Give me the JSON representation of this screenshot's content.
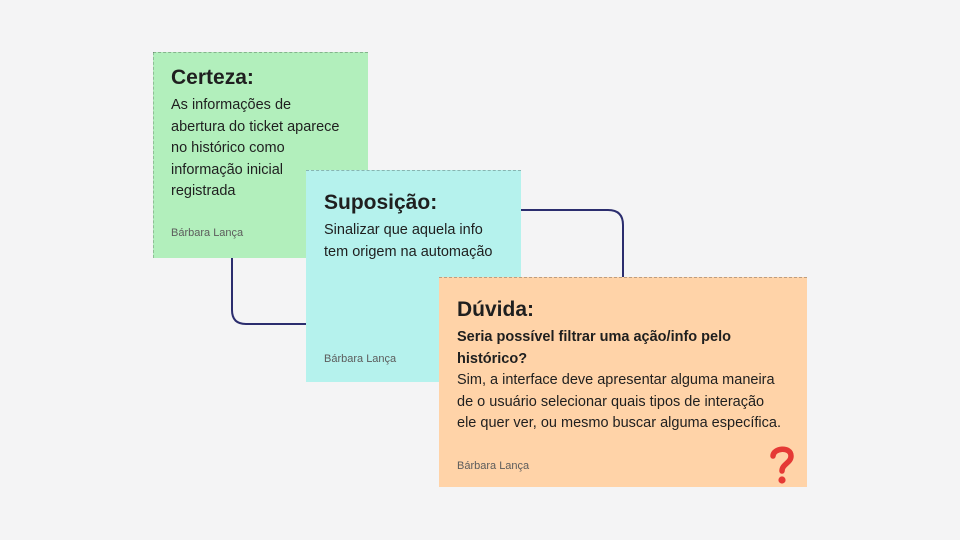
{
  "notes": {
    "certeza": {
      "title": "Certeza:",
      "lines": [
        "As informações de",
        "abertura do ticket aparece",
        "no histórico como",
        "informação inicial",
        "registrada"
      ],
      "author": "Bárbara Lança",
      "color": "#b2efbc"
    },
    "suposicao": {
      "title": "Suposição:",
      "lines": [
        "Sinalizar que aquela info",
        "tem origem na automação"
      ],
      "author": "Bárbara Lança",
      "color": "#b5f2ed"
    },
    "duvida": {
      "title": "Dúvida:",
      "question_lines": [
        "Seria possível filtrar uma ação/info pelo",
        "histórico?"
      ],
      "answer_lines": [
        "Sim, a interface deve apresentar alguma maneira",
        "de o usuário selecionar quais tipos de interação",
        "ele quer ver, ou mesmo buscar alguma específica."
      ],
      "author": "Bárbara Lança",
      "icon": "question-mark-icon",
      "icon_color": "#e53935",
      "color": "#ffd3a8"
    }
  },
  "connector_color": "#2b2d6e",
  "background_color": "#f4f4f5"
}
